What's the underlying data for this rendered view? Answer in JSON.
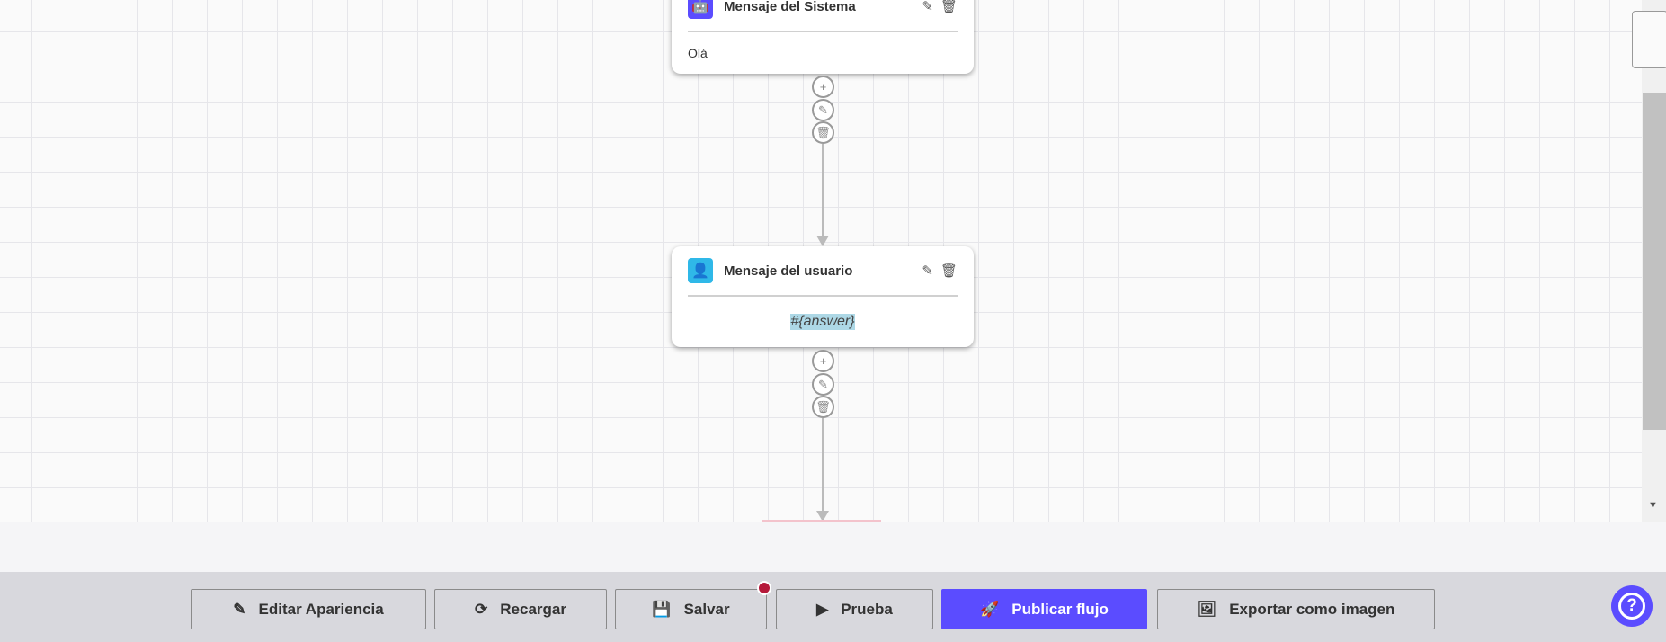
{
  "nodes": [
    {
      "type": "system",
      "title": "Mensaje del Sistema",
      "text": "Olá",
      "icon": "robot-icon",
      "color": "#5b4cff"
    },
    {
      "type": "user",
      "title": "Mensaje del usuario",
      "text": "#{answer}",
      "icon": "user-icon",
      "color": "#2fb8e8"
    }
  ],
  "toolbar": {
    "edit_appearance": "Editar Apariencia",
    "reload": "Recargar",
    "save": "Salvar",
    "test": "Prueba",
    "publish": "Publicar flujo",
    "export": "Exportar como imagen",
    "unsaved_indicator_color": "#b5193a",
    "accent": "#5b4cff"
  },
  "help": {
    "label": "?"
  }
}
